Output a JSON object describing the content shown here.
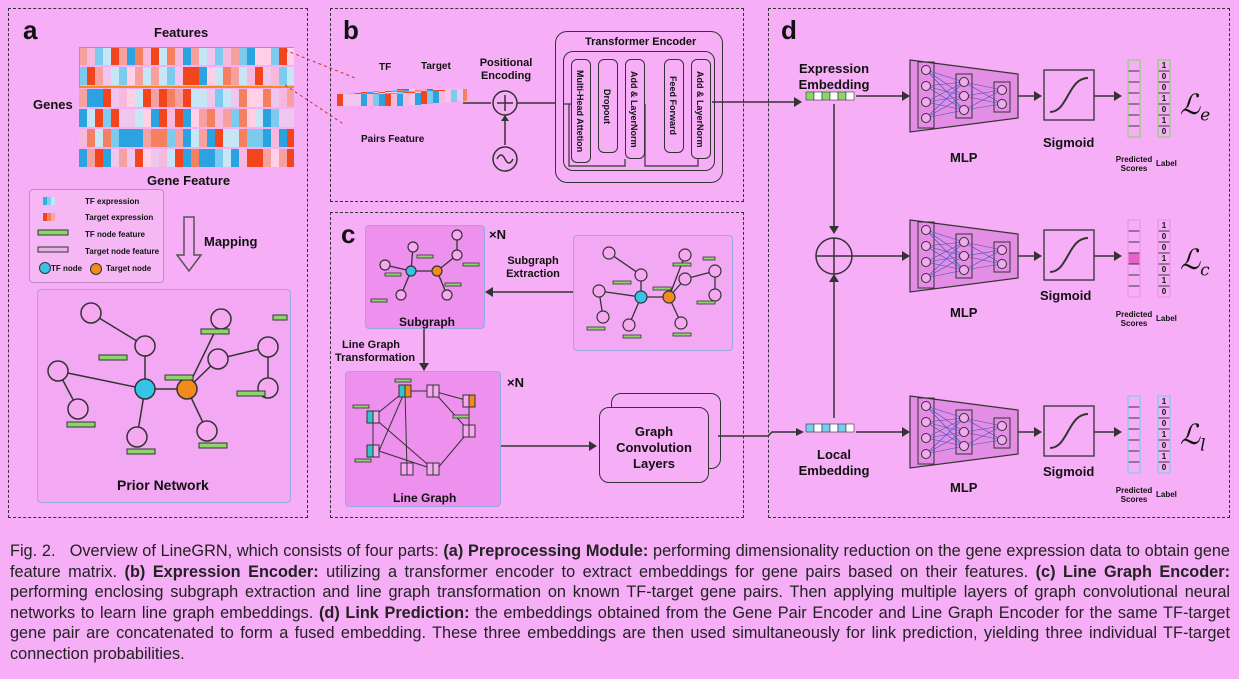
{
  "panels": {
    "a": {
      "label": "a",
      "features": "Features",
      "genes": "Genes",
      "gene_feature": "Gene Feature",
      "legend": {
        "tf_expression": "TF expression",
        "target_expression": "Target expression",
        "tf_node_feature": "TF node feature",
        "target_node_feature": "Target node feature",
        "tf_node": "TF node",
        "target_node": "Target node"
      },
      "mapping": "Mapping",
      "prior_network": "Prior Network"
    },
    "b": {
      "label": "b",
      "tf": "TF",
      "target": "Target",
      "pairs_feature": "Pairs Feature",
      "positional_encoding": "Positional Encoding",
      "transformer_encoder": "Transformer Encoder",
      "layers": [
        "Multi-Head Attetion",
        "Dropout",
        "Add & LayerNorm",
        "Feed Forward",
        "Add & LayerNorm"
      ]
    },
    "c": {
      "label": "c",
      "times_n": "×N",
      "subgraph_extraction": "Subgraph Extraction",
      "subgraph": "Subgraph",
      "line_graph_transformation": "Line Graph Transformation",
      "line_graph": "Line Graph",
      "gcn_layers": "Graph Convolution Layers"
    },
    "d": {
      "label": "d",
      "expression_embedding": "Expression Embedding",
      "local_embedding": "Local Embedding",
      "mlp": "MLP",
      "sigmoid": "Sigmoid",
      "predicted_scores": "Predicted Scores",
      "label_text": "Label",
      "label_values_e": [
        "1",
        "0",
        "0",
        "1",
        "0",
        "1",
        "0"
      ],
      "label_values_c": [
        "1",
        "0",
        "0",
        "1",
        "0",
        "1",
        "0"
      ],
      "label_values_l": [
        "1",
        "0",
        "0",
        "1",
        "0",
        "1",
        "0"
      ],
      "loss_e": "e",
      "loss_c": "c",
      "loss_l": "l"
    }
  },
  "caption": {
    "fig": "Fig. 2.",
    "intro": "Overview of LineGRN, which consists of four parts:",
    "a_head": "(a) Preprocessing Module:",
    "a_text": "performing dimensionality reduction on the gene expression data to obtain gene feature matrix.",
    "b_head": "(b) Expression Encoder:",
    "b_text": "utilizing a transformer encoder to extract embeddings for gene pairs based on their features.",
    "c_head": "(c) Line Graph Encoder:",
    "c_text": "performing enclosing subgraph extraction and line graph transformation on known TF-target gene pairs. Then applying multiple layers of graph convolutional neural networks to learn line graph embeddings.",
    "d_head": "(d) Link Prediction:",
    "d_text": "the embeddings obtained from the Gene Pair Encoder and Line Graph Encoder for the same TF-target gene pair are concatenated to form a fused embedding. These three embeddings are then used simultaneously for link prediction, yielding three individual TF-target connection probabilities."
  },
  "colors": {
    "tf": "#26b5e3",
    "target": "#f28a1c",
    "heat_red": "#f2451e",
    "heat_blue": "#2aa3e0",
    "embed_green": "#8bd56b",
    "node_teal": "#35c4c8",
    "box_fill": "#ee90ee"
  }
}
